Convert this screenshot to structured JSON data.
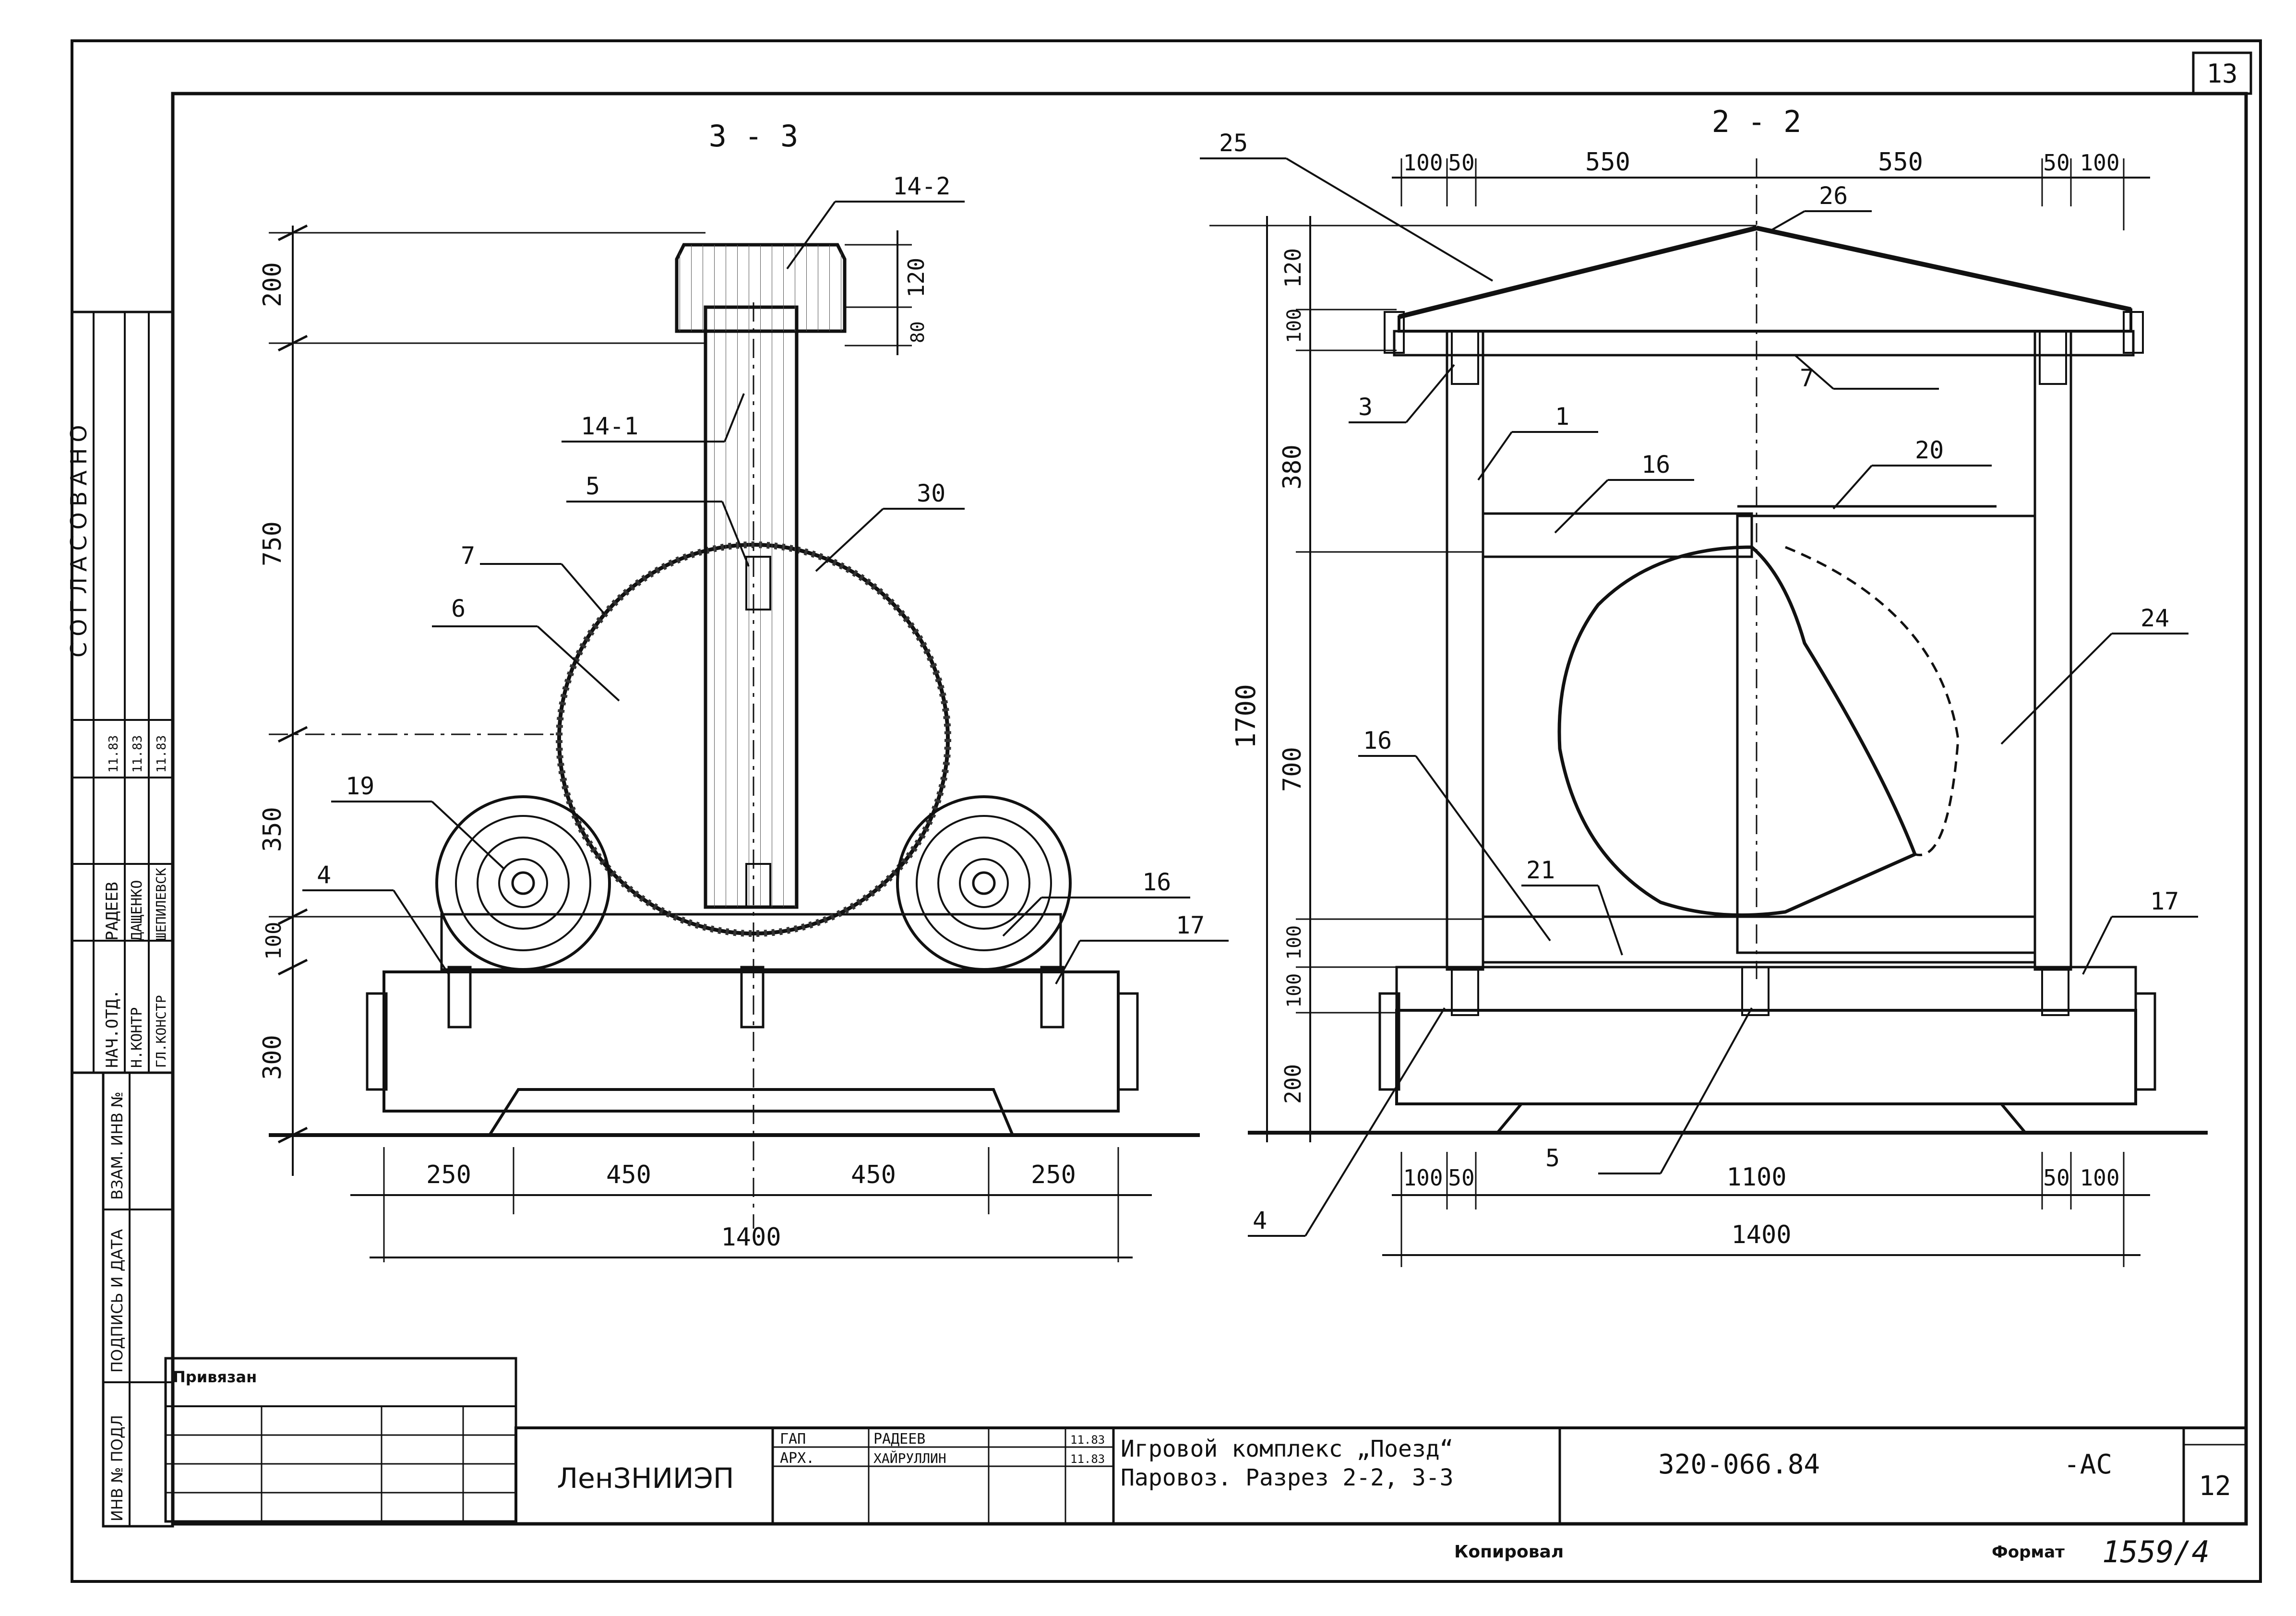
{
  "sheet_number": "13",
  "approved_label": "СОГЛАСОВАНО",
  "section_left": {
    "title": "3 - 3"
  },
  "section_right": {
    "title": "2 - 2"
  },
  "left_dims_vertical": [
    "200",
    "750",
    "350",
    "100",
    "300"
  ],
  "left_dims_chimney": [
    "120",
    "80"
  ],
  "left_dims_horizontal": [
    "250",
    "450",
    "450",
    "250"
  ],
  "left_total": "1400",
  "right_dims_top": [
    "100",
    "50",
    "550",
    "550",
    "50",
    "100"
  ],
  "right_dims_vertical": [
    "120",
    "100",
    "380",
    "700",
    "100",
    "100",
    "200"
  ],
  "right_dim_total_vertical": "1700",
  "right_dims_bottom": [
    "100",
    "50",
    "1100",
    "50",
    "100"
  ],
  "right_total": "1400",
  "callouts_left": [
    "14-2",
    "14-1",
    "5",
    "30",
    "7",
    "6",
    "19",
    "4",
    "16",
    "17"
  ],
  "callouts_right": [
    "25",
    "26",
    "3",
    "1",
    "16",
    "20",
    "7",
    "24",
    "16",
    "21",
    "17",
    "5",
    "4"
  ],
  "side_stamp": {
    "rows": [
      {
        "role": "НАЧ.ОТД.",
        "name": "РАДЕЕВ",
        "date": "11.83"
      },
      {
        "role": "Н.КОНТР",
        "name": "ДАЩЕНКО",
        "date": "11.83"
      },
      {
        "role": "ГЛ.КОНСТР",
        "name": "ШЕПИЛЕВСК",
        "date": "11.83"
      }
    ],
    "labels": [
      "ИНВ № ПОДЛ",
      "ПОДПИСЬ И ДАТА",
      "ВЗАМ. ИНВ №"
    ]
  },
  "title_block": {
    "bound_label": "Привязан",
    "org": "ЛенЗНИИЭП",
    "roles": [
      {
        "role": "ГАП",
        "name": "РАДЕЕВ",
        "date": "11.83"
      },
      {
        "role": "АРХ.",
        "name": "ХАЙРУЛЛИН",
        "date": "11.83"
      }
    ],
    "title_line1": "Игровой комплекс „Поезд“",
    "title_line2": "Паровоз. Разрез 2-2, 3-3",
    "doc_code": "320-066.84",
    "mark": "-АС",
    "sheet": "12"
  },
  "footer": {
    "copied": "Копировал",
    "format_label": "Формат",
    "format_value": "1559/4"
  }
}
